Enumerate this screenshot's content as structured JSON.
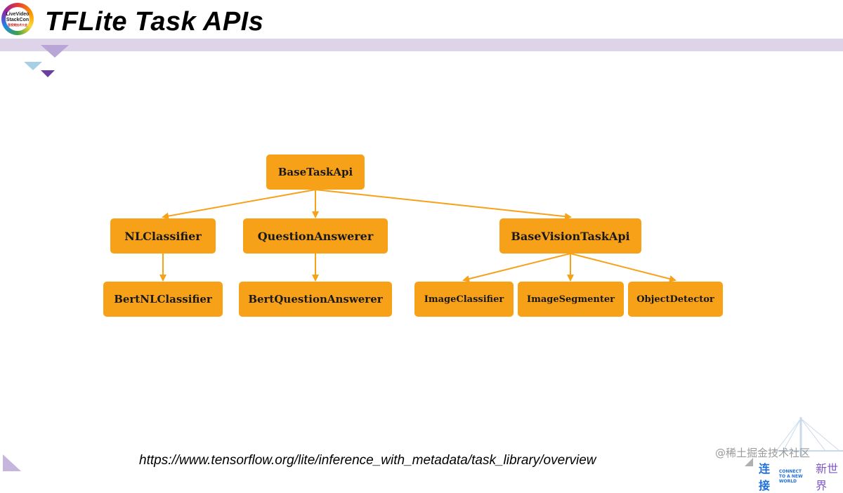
{
  "header": {
    "title": "TFLite Task APIs",
    "logo_lines": [
      "LiveVideo",
      "StackCon",
      "音视频技术大会"
    ]
  },
  "diagram": {
    "nodes": [
      {
        "id": "base",
        "label": "BaseTaskApi"
      },
      {
        "id": "nl",
        "label": "NLClassifier"
      },
      {
        "id": "qa",
        "label": "QuestionAnswerer"
      },
      {
        "id": "vision",
        "label": "BaseVisionTaskApi"
      },
      {
        "id": "bertnl",
        "label": "BertNLClassifier"
      },
      {
        "id": "bertqa",
        "label": "BertQuestionAnswerer"
      },
      {
        "id": "imgcls",
        "label": "ImageClassifier"
      },
      {
        "id": "imgseg",
        "label": "ImageSegmenter"
      },
      {
        "id": "objdet",
        "label": "ObjectDetector"
      }
    ],
    "edges": [
      {
        "from": "base",
        "to": "nl"
      },
      {
        "from": "base",
        "to": "qa"
      },
      {
        "from": "base",
        "to": "vision"
      },
      {
        "from": "nl",
        "to": "bertnl"
      },
      {
        "from": "qa",
        "to": "bertqa"
      },
      {
        "from": "vision",
        "to": "imgcls"
      },
      {
        "from": "vision",
        "to": "imgseg"
      },
      {
        "from": "vision",
        "to": "objdet"
      }
    ],
    "colors": {
      "node_fill": "#f7a119",
      "edge": "#f7a119",
      "text": "#1a1a1a"
    }
  },
  "footer": {
    "url": "https://www.tensorflow.org/lite/inference_with_metadata/task_library/overview",
    "watermark": "@稀土掘金技术社区",
    "brand_left": "连接",
    "brand_tag": [
      "CONNECT",
      "TO A NEW WORLD"
    ],
    "brand_right": "新世界"
  },
  "theme": {
    "band": "#ded4ea",
    "accent_purple": "#6a3fa0",
    "accent_blue": "#a9cfe6"
  }
}
